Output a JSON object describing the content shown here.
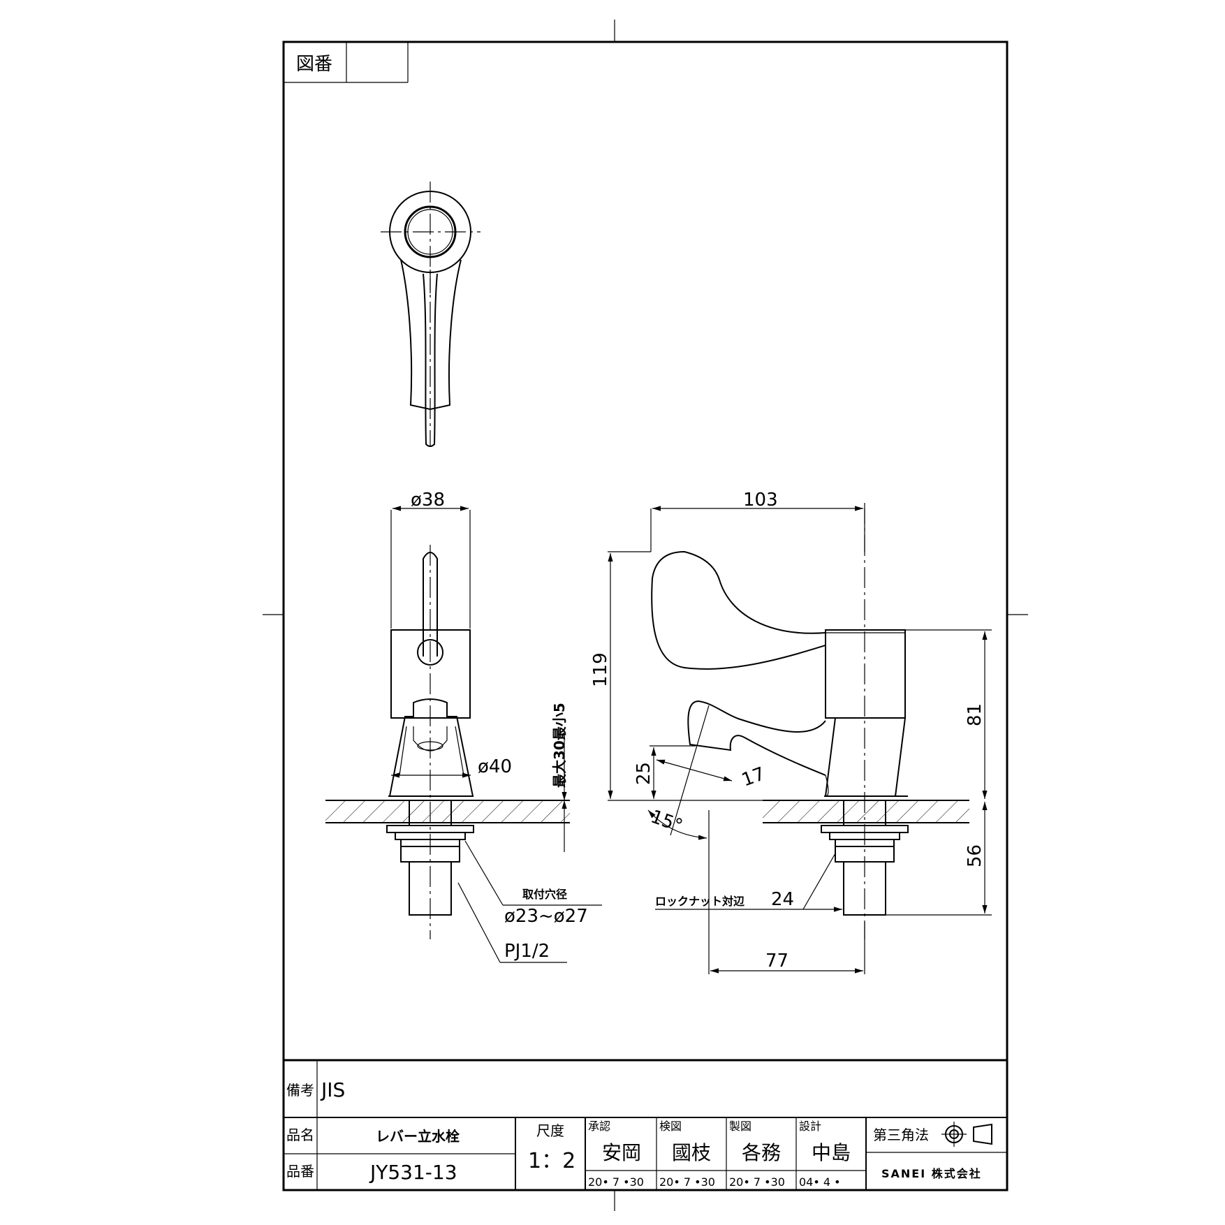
{
  "frame": {
    "drawing_no_label": "図番",
    "drawing_no_value": ""
  },
  "dimensions": {
    "d38": "ø38",
    "d40": "ø40",
    "w103": "103",
    "h119": "119",
    "h81": "81",
    "h25": "25",
    "s17": "17",
    "a15": "15°",
    "h56": "56",
    "w77": "77",
    "thickness": "最大30最小5",
    "mount_hole_label": "取付穴径",
    "mount_hole_value": "ø23~ø27",
    "pipe": "PJ1/2",
    "locknut_label": "ロックナット対辺",
    "locknut_value": "24"
  },
  "title_block": {
    "remarks_label": "備考",
    "remarks_value": "JIS",
    "name_label": "品名",
    "name_value": "レバー立水栓",
    "number_label": "品番",
    "number_value": "JY531-13",
    "scale_label": "尺度",
    "scale_value": "1：2",
    "approved_label": "承認",
    "approved_name": "安岡",
    "approved_date": "20• 7 •30",
    "checked_label": "検図",
    "checked_name": "國枝",
    "checked_date": "20• 7 •30",
    "drawn_label": "製図",
    "drawn_name": "各務",
    "drawn_date": "20• 7 •30",
    "design_label": "設計",
    "design_name": "中島",
    "design_date": "04• 4 •",
    "projection_label": "第三角法",
    "company": "SANEI 株式会社"
  }
}
